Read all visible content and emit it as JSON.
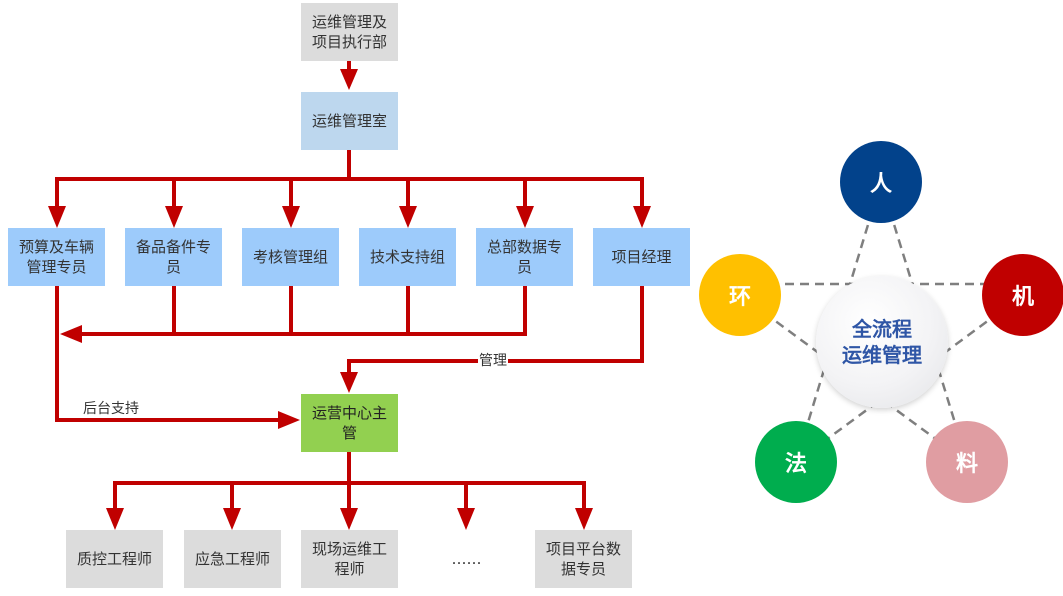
{
  "org_chart": {
    "top": "运维管理及\n项目执行部",
    "office": "运维管理室",
    "groups": [
      "预算及车辆\n管理专员",
      "备品备件专\n员",
      "考核管理组",
      "技术支持组",
      "总部数据专\n员",
      "项目经理"
    ],
    "center_manager": "运营中心主\n管",
    "staff": [
      "质控工程师",
      "应急工程师",
      "现场运维工\n程师",
      "……",
      "项目平台数\n据专员"
    ],
    "edge_labels": {
      "backend_support": "后台支持",
      "management": "管理"
    },
    "colors": {
      "arrow": "#c00000",
      "top_box": "#dcdcdc",
      "office_box": "#bdd7ee",
      "group_box": "#9dcbfb",
      "manager_box": "#92d050",
      "staff_box": "#dcdcdc"
    }
  },
  "star_diagram": {
    "center_line1": "全流程",
    "center_line2": "运维管理",
    "nodes": [
      {
        "label": "人",
        "color": "#02428b"
      },
      {
        "label": "机",
        "color": "#c00000"
      },
      {
        "label": "料",
        "color": "#e09da2"
      },
      {
        "label": "法",
        "color": "#00ad4e"
      },
      {
        "label": "环",
        "color": "#ffc000"
      }
    ],
    "line_color": "#7f7f7f"
  }
}
